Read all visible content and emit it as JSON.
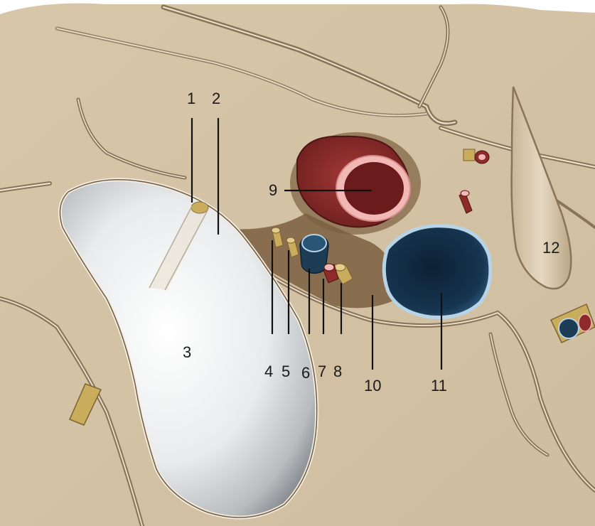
{
  "labels": {
    "l1": "1",
    "l2": "2",
    "l3": "3",
    "l4": "4",
    "l5": "5",
    "l6": "6",
    "l7": "7",
    "l8": "8",
    "l9": "9",
    "l10": "10",
    "l11": "11",
    "l12": "12"
  },
  "colors": {
    "bone": "#d9c8ad",
    "bone_shadow": "#8a7458",
    "bone_edge": "#f1e7d6",
    "sinus_fill": "#dfe2e4",
    "sinus_shadow": "#8f9499",
    "artery": "#8e2a2a",
    "artery_lumen": "#6a1b1b",
    "artery_rim": "#f2b8b6",
    "vein": "#1d3d57",
    "vein_lumen": "#0d2234",
    "vein_rim": "#b7d4e6",
    "nerve": "#c9ad5c",
    "fat": "#7a5f3f"
  }
}
